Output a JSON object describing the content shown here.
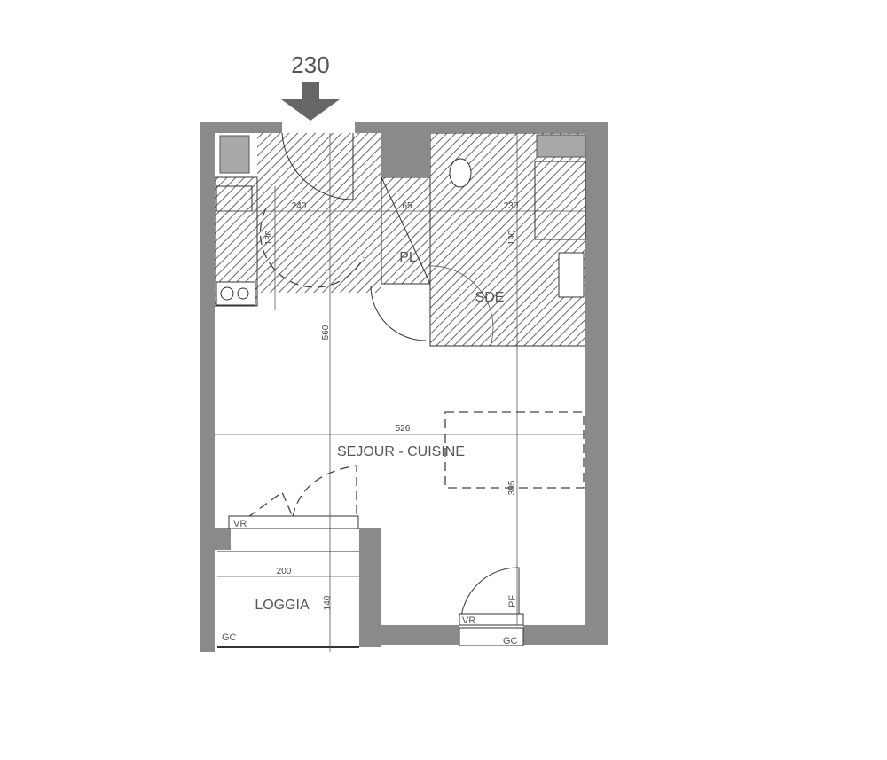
{
  "plan": {
    "entry_label": "230",
    "rooms": {
      "living": "SEJOUR - CUISINE",
      "bathroom": "SDE",
      "closet": "PL",
      "loggia": "LOGGIA"
    },
    "dimensions": {
      "entry_width": "240",
      "entry_depth": "180",
      "closet_width": "65",
      "bath_width": "230",
      "bath_depth": "190",
      "total_depth": "560",
      "living_width": "526",
      "living_depth": "395",
      "loggia_width": "200",
      "loggia_depth": "140"
    },
    "annotations": {
      "vr_left": "VR",
      "vr_right": "VR",
      "gc_left": "GC",
      "gc_right": "GC",
      "pf": "PF"
    }
  }
}
